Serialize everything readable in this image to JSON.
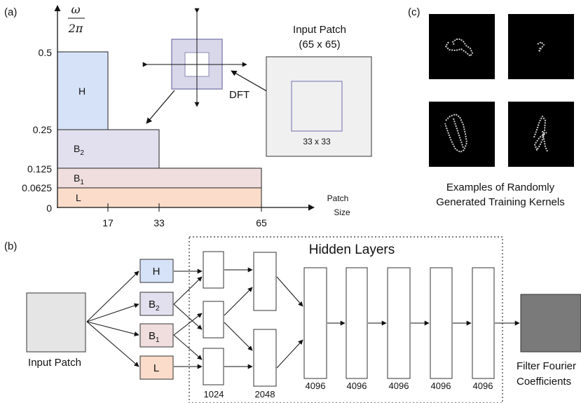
{
  "panel_a": {
    "label": "(a)",
    "y_axis": {
      "numerator": "ω",
      "denominator": "2π"
    },
    "y_ticks": [
      "0.5",
      "0.25",
      "0.125",
      "0.0625",
      "0"
    ],
    "x_ticks": [
      "17",
      "33",
      "65"
    ],
    "x_axis_label": [
      "Patch",
      "Size"
    ],
    "bands": [
      {
        "name": "H",
        "sub": "",
        "color": "#d6e2f7"
      },
      {
        "name": "B",
        "sub": "2",
        "color": "#e2e0ee"
      },
      {
        "name": "B",
        "sub": "1",
        "color": "#f0dede"
      },
      {
        "name": "L",
        "sub": "",
        "color": "#fbdcca"
      }
    ],
    "input_patch_title": [
      "Input Patch",
      "(65 x 65)"
    ],
    "inner_size_label": "33 x 33",
    "dft_label": "DFT"
  },
  "panel_b": {
    "label": "(b)",
    "hidden_title": "Hidden Layers",
    "input_label": "Input Patch",
    "bands": [
      {
        "name": "H",
        "sub": ""
      },
      {
        "name": "B",
        "sub": "2"
      },
      {
        "name": "B",
        "sub": "1"
      },
      {
        "name": "L",
        "sub": ""
      }
    ],
    "layer_sizes": [
      "1024",
      "2048",
      "4096",
      "4096",
      "4096",
      "4096",
      "4096"
    ],
    "output_label": [
      "Filter Fourier",
      "Coefficients"
    ]
  },
  "panel_c": {
    "label": "(c)",
    "caption": [
      "Examples of Randomly",
      "Generated Training Kernels"
    ]
  }
}
